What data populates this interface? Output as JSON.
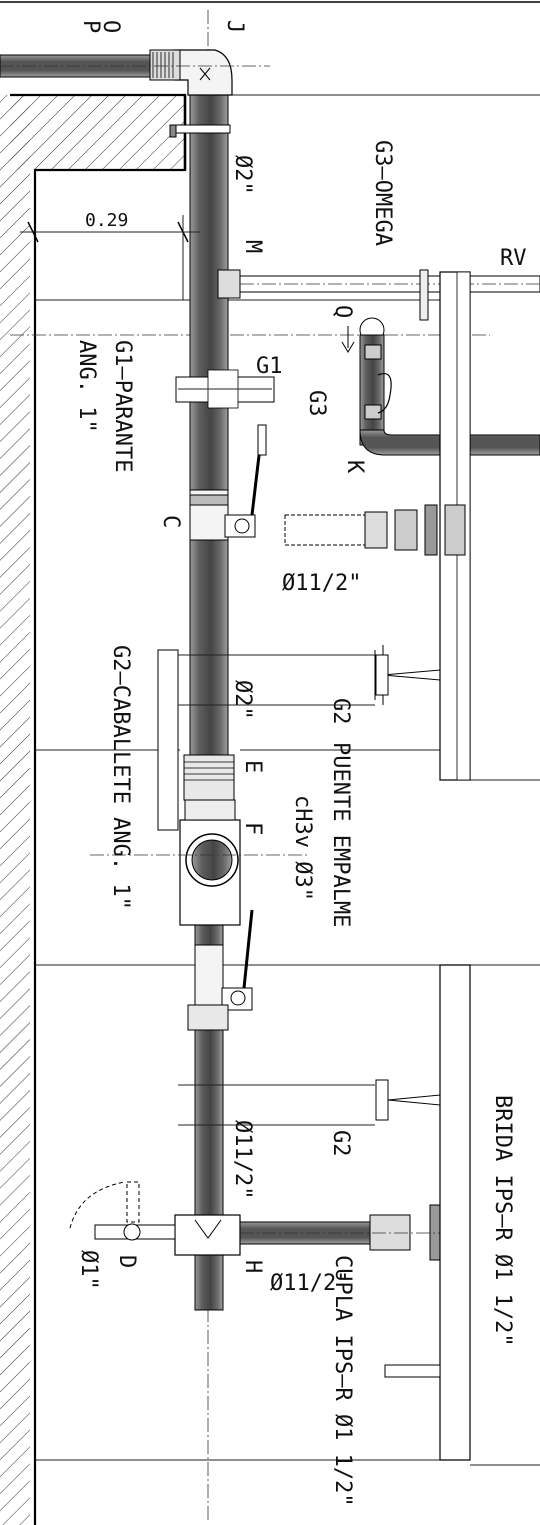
{
  "drawing": {
    "labels": {
      "J": "J",
      "O": "O",
      "P": "P",
      "M": "M",
      "Q": "Q",
      "K": "K",
      "C": "C",
      "E": "E",
      "F": "F",
      "H": "H",
      "D": "D",
      "RV": "RV",
      "dim": "0.29",
      "g3_omega": "G3–OMEGA",
      "g1": "G1",
      "g3": "G3",
      "g1_parante": "G1–PARANTE",
      "g1_ang": "ANG. 1\"",
      "d2_top": "Ø2\"",
      "d2_mid": "Ø2\"",
      "d112_a": "Ø11/2\"",
      "d112_b": "Ø11/2\"",
      "d112_c": "Ø11/2\"",
      "g2_a": "G2",
      "g2_b": "G2",
      "g2_caballete": "G2–CABALLETE ANG. 1\"",
      "puente_1": "PUENTE EMPALME",
      "puente_2": "cH3v Ø3\"",
      "brida": "BRIDA IPS–R Ø1 1/2\"",
      "cupla": "CUPLA IPS–R Ø1 1/2\"",
      "d1": "Ø1\""
    }
  }
}
